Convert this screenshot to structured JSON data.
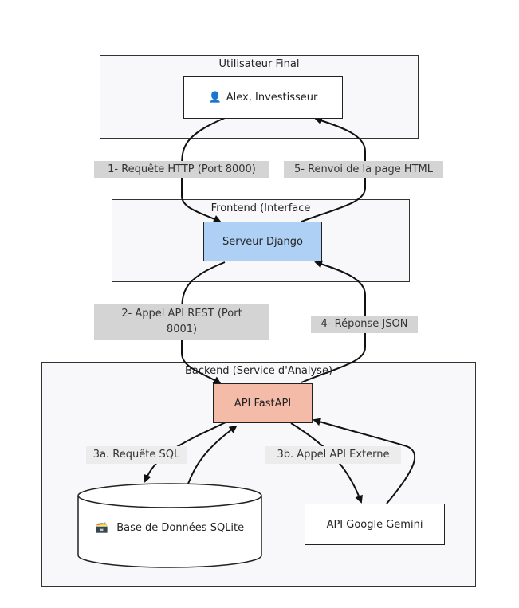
{
  "clusters": {
    "user": "Utilisateur Final",
    "frontend": "Frontend (Interface",
    "backend": "Backend (Service d'Analyse)"
  },
  "nodes": {
    "alex_icon": "👤",
    "alex": "Alex, Investisseur",
    "django": "Serveur Django",
    "fastapi": "API FastAPI",
    "db_icon": "🗃️",
    "db": "Base de Données SQLite",
    "gemini": "API Google Gemini"
  },
  "edges": {
    "e1": "1- Requête HTTP (Port 8000)",
    "e5": "5- Renvoi de la page HTML",
    "e2": "2- Appel API REST (Port 8001)",
    "e4": "4- Réponse JSON",
    "e3a": "3a. Requête SQL",
    "e3b": "3b. Appel API Externe"
  },
  "colors": {
    "django_fill": "#aed0f5",
    "fastapi_fill": "#f4bca8",
    "cluster_fill": "#f8f8fb"
  }
}
